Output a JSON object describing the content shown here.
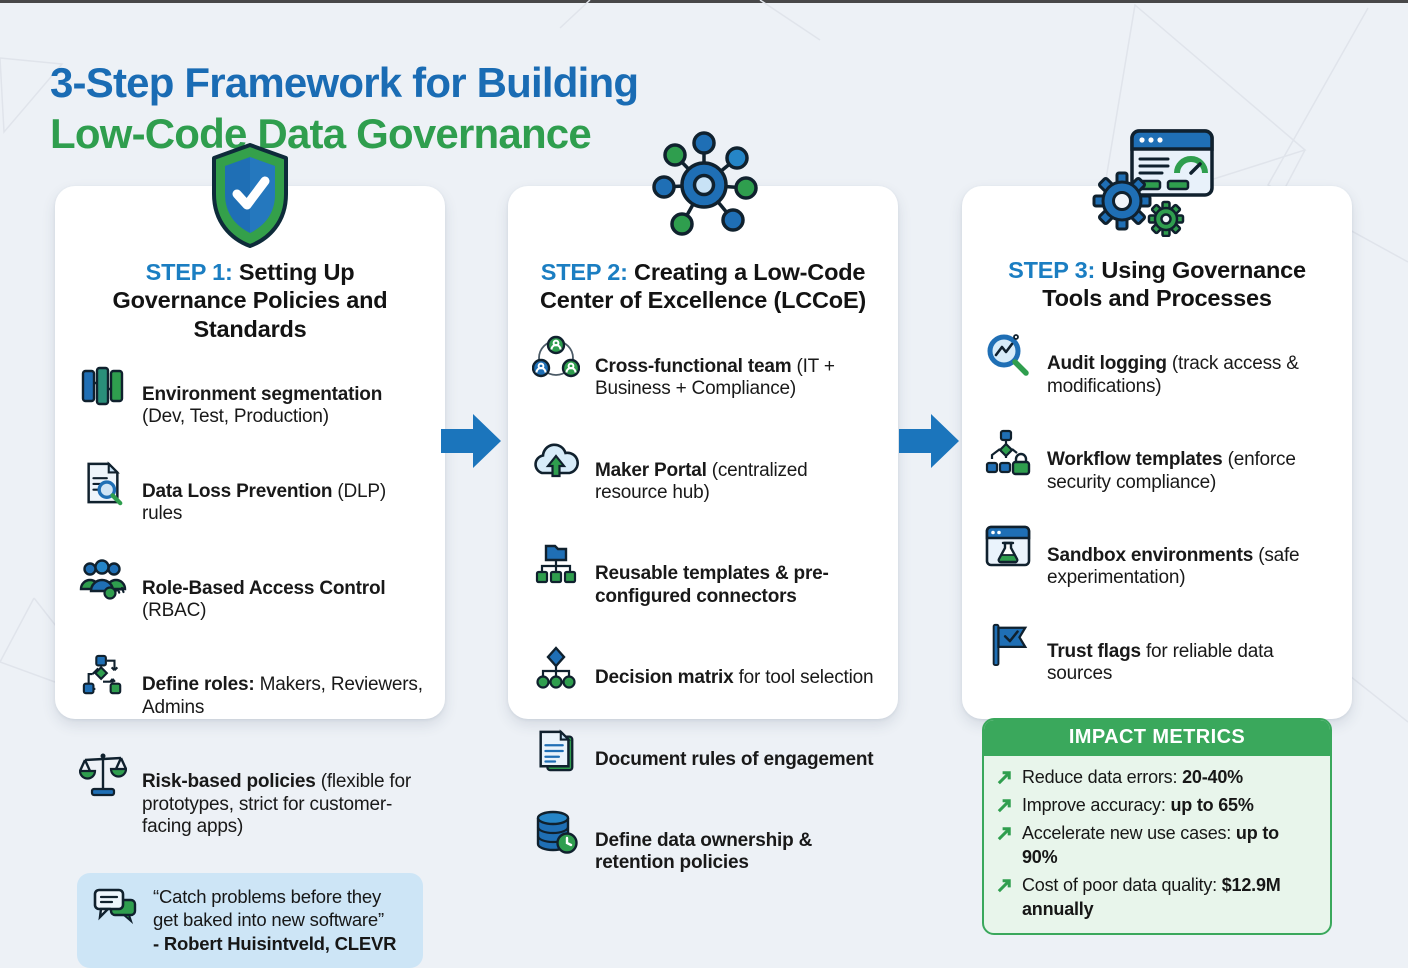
{
  "page": {
    "title_line1": "3-Step Framework for Building",
    "title_line2": "Low-Code Data Governance"
  },
  "colors": {
    "page_bg": "#edf1f6",
    "title_blue": "#1a6cb4",
    "title_green": "#2f9e4e",
    "step_blue": "#1b7ec2",
    "arrow_blue": "#1b75bc",
    "quote_bg": "#cde5f6",
    "metrics_green": "#3aa85c",
    "metrics_bg": "#e8f5eb",
    "card_bg": "#ffffff"
  },
  "cards": [
    {
      "top_icon": "shield-check-icon",
      "step_label": "STEP 1:",
      "title": " Setting Up Governance Policies and Standards",
      "items": [
        {
          "icon": "environment-segmentation-icon",
          "bold": "Environment segmentation",
          "rest": " (Dev, Test, Production)"
        },
        {
          "icon": "document-search-icon",
          "bold": "Data Loss Prevention",
          "rest": " (DLP) rules"
        },
        {
          "icon": "users-key-icon",
          "bold": "Role-Based Access Control",
          "rest": " (RBAC)"
        },
        {
          "icon": "roles-flowchart-icon",
          "bold": "Define roles:",
          "rest": " Makers, Reviewers, Admins"
        },
        {
          "icon": "scales-icon",
          "bold": "Risk-based policies",
          "rest": " (flexible for prototypes, strict for customer-facing apps)"
        }
      ],
      "quote": {
        "icon": "chat-bubbles-icon",
        "text": "“Catch problems before they get baked into new software”",
        "attribution": "- Robert Huisintveld, CLEVR"
      }
    },
    {
      "top_icon": "network-hub-icon",
      "step_label": "STEP 2:",
      "title": " Creating a Low-Code Center of Excellence (LCCoE)",
      "items": [
        {
          "icon": "cross-functional-team-icon",
          "bold": "Cross-functional team",
          "rest": " (IT + Business + Compliance)"
        },
        {
          "icon": "cloud-upload-icon",
          "bold": "Maker Portal",
          "rest": " (centralized resource hub)"
        },
        {
          "icon": "folder-tree-icon",
          "bold": "Reusable templates & pre-configured connectors",
          "rest": ""
        },
        {
          "icon": "decision-tree-icon",
          "bold": "Decision matrix",
          "rest": " for tool selection"
        },
        {
          "icon": "document-lines-icon",
          "bold": "Document rules of engagement",
          "rest": ""
        },
        {
          "icon": "database-clock-icon",
          "bold": "Define data ownership & retention policies",
          "rest": ""
        }
      ]
    },
    {
      "top_icon": "gears-dashboard-icon",
      "step_label": "STEP 3:",
      "title": " Using Governance Tools and Processes",
      "items": [
        {
          "icon": "audit-magnifier-icon",
          "bold": "Audit logging",
          "rest": " (track access & modifications)"
        },
        {
          "icon": "workflow-lock-icon",
          "bold": "Workflow templates",
          "rest": " (enforce security compliance)"
        },
        {
          "icon": "sandbox-flask-icon",
          "bold": "Sandbox environments",
          "rest": " (safe experimentation)"
        },
        {
          "icon": "trust-flag-icon",
          "bold": "Trust flags",
          "rest": " for reliable data sources"
        }
      ],
      "metrics": {
        "title": "IMPACT METRICS",
        "arrow_icon": "trend-up-arrow-icon",
        "items": [
          {
            "label": "Reduce data errors: ",
            "value": "20-40%"
          },
          {
            "label": "Improve accuracy: ",
            "value": "up to 65%"
          },
          {
            "label": "Accelerate new use cases: ",
            "value": "up to 90%"
          },
          {
            "label": "Cost of poor data quality: ",
            "value": "$12.9M annually"
          }
        ]
      }
    }
  ]
}
